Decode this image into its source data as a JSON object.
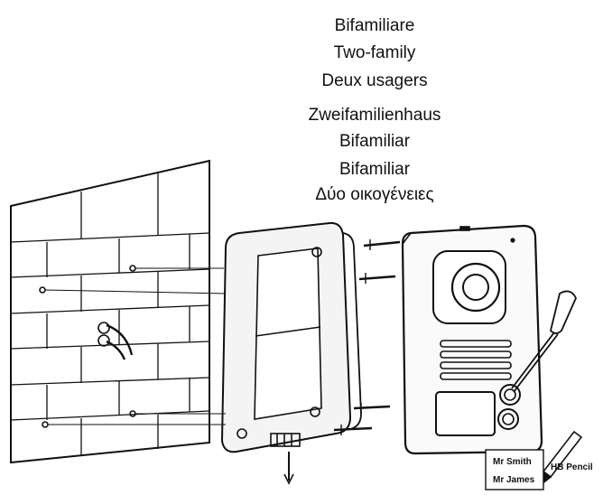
{
  "titles": [
    "Bifamiliare",
    "Two-family",
    "Deux usagers",
    "Zweifamilienhaus",
    "Bifamiliar",
    "Bifamiliar",
    "Δύο οικογένειες"
  ],
  "name_card": {
    "line1": "Mr Smith",
    "line2": "Mr James"
  },
  "pencil_label": "HB Pencil",
  "colors": {
    "line": "#111111",
    "panel_fill": "#f4f4f4",
    "brick_line": "#222222"
  }
}
